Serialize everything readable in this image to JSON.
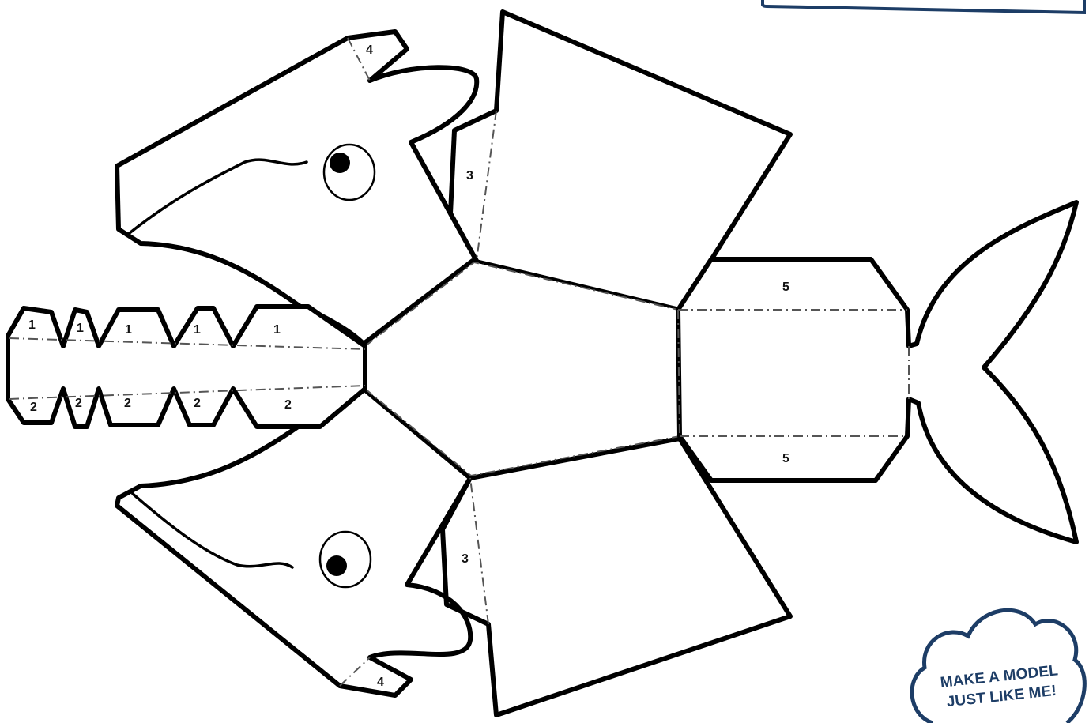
{
  "tab_numbers": {
    "top_snout": "4",
    "top_jaw": "3",
    "top_teeth": [
      "1",
      "1",
      "1",
      "1",
      "1"
    ],
    "bottom_teeth": [
      "2",
      "2",
      "2",
      "2",
      "2"
    ],
    "bottom_jaw": "3",
    "bottom_snout": "4",
    "tail_top": "5",
    "tail_bottom": "5"
  },
  "badge": {
    "line1": "MAKE A MODEL",
    "line2": "JUST LIKE ME!"
  },
  "colors": {
    "outline": "#000000",
    "fold_line": "#555555",
    "badge": "#1d3d66"
  },
  "icons": [
    "cloud-badge-icon",
    "eye-icon"
  ]
}
